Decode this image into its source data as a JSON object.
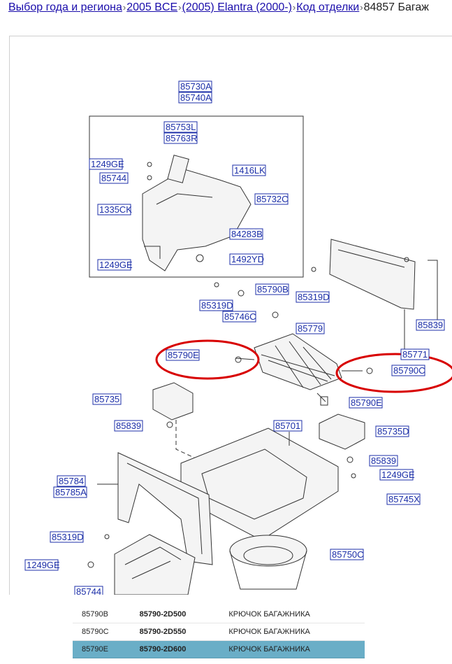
{
  "breadcrumb": [
    {
      "label": "Выбор года и региона"
    },
    {
      "label": "2005 BCE"
    },
    {
      "label": "(2005) Elantra (2000-)"
    },
    {
      "label": "Код отделки"
    },
    {
      "label": "84857 Багаж",
      "current": true
    }
  ],
  "diagram": {
    "labels": [
      "85730A",
      "85740A",
      "85753L",
      "85763R",
      "1249GE",
      "85744",
      "1416LK",
      "85732C",
      "1335CK",
      "84283B",
      "1249GE",
      "1492YD",
      "85790B",
      "85319D",
      "85319D",
      "85746C",
      "85839",
      "85779",
      "85771",
      "85790E",
      "85790C",
      "85790E",
      "85735",
      "85839",
      "85701",
      "85735D",
      "85839",
      "1249GE",
      "85784",
      "85785A",
      "85745X",
      "85319D",
      "85750C",
      "1249GE",
      "85744"
    ]
  },
  "parts_table": {
    "rows": [
      {
        "code": "85790B",
        "number": "85790-2D500",
        "name": "КРЮЧОК БАГАЖНИКА",
        "selected": false
      },
      {
        "code": "85790C",
        "number": "85790-2D550",
        "name": "КРЮЧОК БАГАЖНИКА",
        "selected": false
      },
      {
        "code": "85790E",
        "number": "85790-2D600",
        "name": "КРЮЧОК БАГАЖНИКА",
        "selected": true
      }
    ]
  },
  "colors": {
    "link": "#1a0dab",
    "label": "#1c2fa8",
    "highlight_circle": "#d80000",
    "selected_row": "#6aaec7"
  }
}
